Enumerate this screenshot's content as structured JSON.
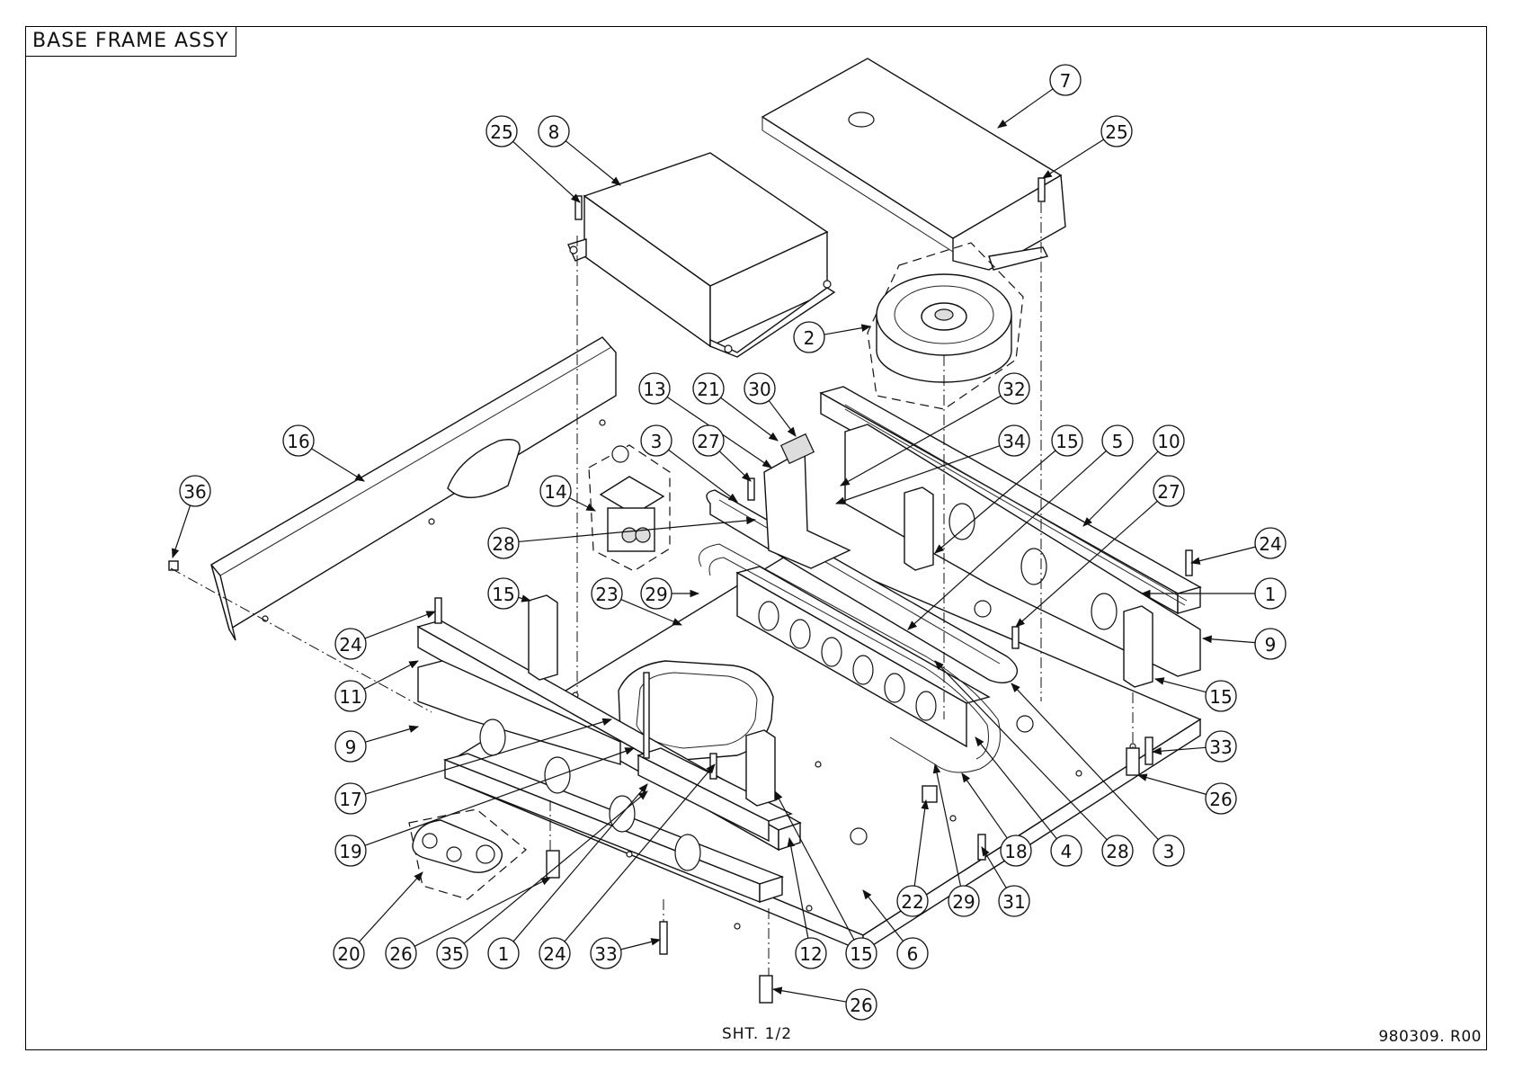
{
  "title": "BASE FRAME ASSY",
  "sheet_label": "SHT. 1/2",
  "drawing_number": "980309. R00",
  "callouts": [
    {
      "id": "c7",
      "label": "7"
    },
    {
      "id": "c25a",
      "label": "25"
    },
    {
      "id": "c8",
      "label": "8"
    },
    {
      "id": "c25b",
      "label": "25"
    },
    {
      "id": "c2",
      "label": "2"
    },
    {
      "id": "c13",
      "label": "13"
    },
    {
      "id": "c21",
      "label": "21"
    },
    {
      "id": "c30",
      "label": "30"
    },
    {
      "id": "c32",
      "label": "32"
    },
    {
      "id": "c16",
      "label": "16"
    },
    {
      "id": "c3a",
      "label": "3"
    },
    {
      "id": "c27a",
      "label": "27"
    },
    {
      "id": "c34",
      "label": "34"
    },
    {
      "id": "c15a",
      "label": "15"
    },
    {
      "id": "c5",
      "label": "5"
    },
    {
      "id": "c10",
      "label": "10"
    },
    {
      "id": "c36",
      "label": "36"
    },
    {
      "id": "c14",
      "label": "14"
    },
    {
      "id": "c27b",
      "label": "27"
    },
    {
      "id": "c28a",
      "label": "28"
    },
    {
      "id": "c24a",
      "label": "24"
    },
    {
      "id": "c15b",
      "label": "15"
    },
    {
      "id": "c23",
      "label": "23"
    },
    {
      "id": "c29a",
      "label": "29"
    },
    {
      "id": "c1a",
      "label": "1"
    },
    {
      "id": "c24b",
      "label": "24"
    },
    {
      "id": "c9a",
      "label": "9"
    },
    {
      "id": "c11",
      "label": "11"
    },
    {
      "id": "c15c",
      "label": "15"
    },
    {
      "id": "c9b",
      "label": "9"
    },
    {
      "id": "c33a",
      "label": "33"
    },
    {
      "id": "c17",
      "label": "17"
    },
    {
      "id": "c26a",
      "label": "26"
    },
    {
      "id": "c19",
      "label": "19"
    },
    {
      "id": "c18",
      "label": "18"
    },
    {
      "id": "c4",
      "label": "4"
    },
    {
      "id": "c28b",
      "label": "28"
    },
    {
      "id": "c3b",
      "label": "3"
    },
    {
      "id": "c22",
      "label": "22"
    },
    {
      "id": "c29b",
      "label": "29"
    },
    {
      "id": "c31",
      "label": "31"
    },
    {
      "id": "c20",
      "label": "20"
    },
    {
      "id": "c26b",
      "label": "26"
    },
    {
      "id": "c35",
      "label": "35"
    },
    {
      "id": "c1b",
      "label": "1"
    },
    {
      "id": "c24c",
      "label": "24"
    },
    {
      "id": "c33b",
      "label": "33"
    },
    {
      "id": "c12",
      "label": "12"
    },
    {
      "id": "c15d",
      "label": "15"
    },
    {
      "id": "c6",
      "label": "6"
    },
    {
      "id": "c26c",
      "label": "26"
    }
  ]
}
